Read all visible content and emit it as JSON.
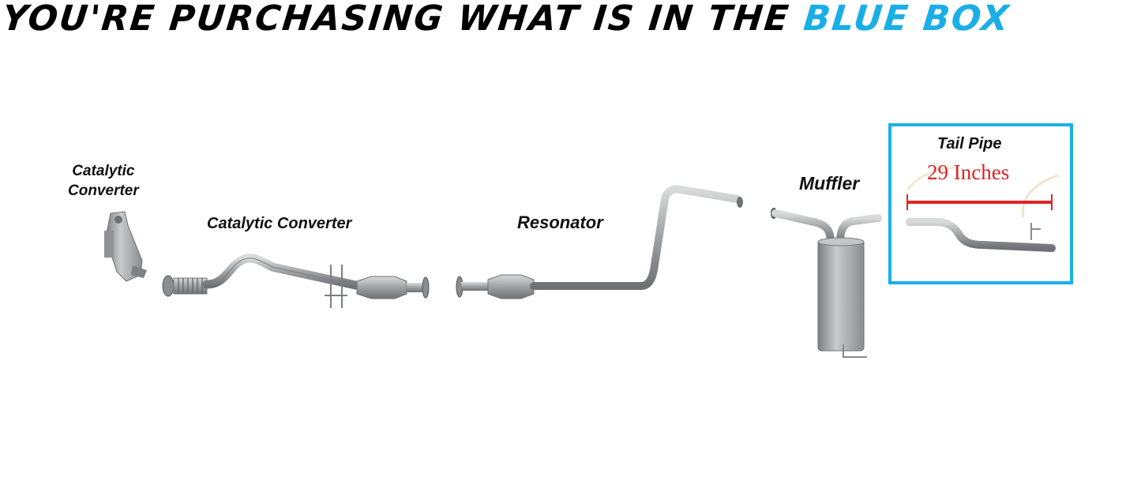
{
  "headline": {
    "main": "YOU'RE PURCHASING WHAT IS IN THE",
    "accent": "BLUE BOX"
  },
  "parts": {
    "catalytic_converter_1": {
      "line1": "Catalytic",
      "line2": "Converter"
    },
    "catalytic_converter_2": "Catalytic Converter",
    "resonator": "Resonator",
    "muffler": "Muffler",
    "tail_pipe": "Tail Pipe",
    "tail_pipe_length": "29 Inches"
  },
  "colors": {
    "accent_blue": "#1ab0e8",
    "measure_red": "#e02424",
    "pipe_metal": "#a6a8ab"
  }
}
